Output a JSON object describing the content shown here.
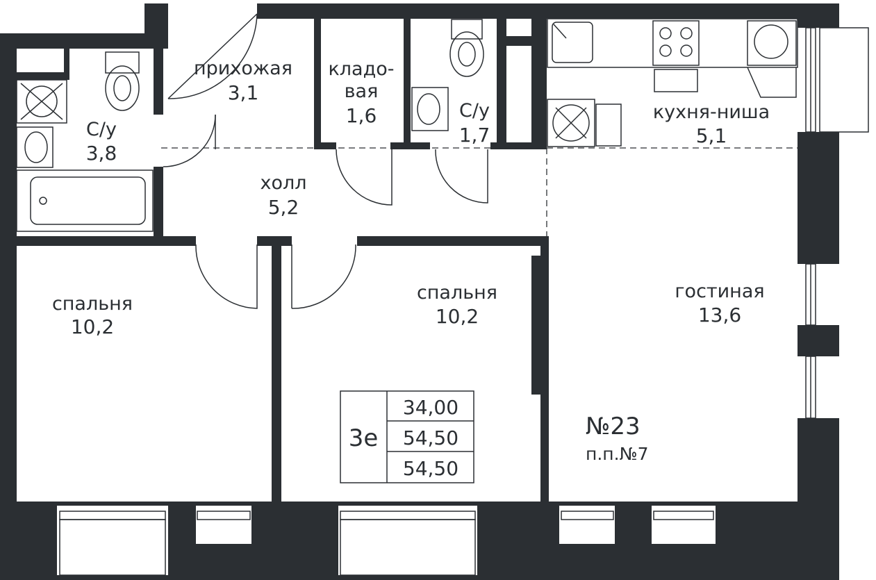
{
  "rooms": [
    {
      "name": "прихожая",
      "area": "3,1"
    },
    {
      "name": "кладо-",
      "name2": "вая",
      "area": "1,6"
    },
    {
      "name": "С/у",
      "area": "3,8"
    },
    {
      "name": "С/у",
      "area": "1,7"
    },
    {
      "name": "кухня-ниша",
      "area": "5,1"
    },
    {
      "name": "холл",
      "area": "5,2"
    },
    {
      "name": "спальня",
      "area": "10,2"
    },
    {
      "name": "спальня",
      "area": "10,2"
    },
    {
      "name": "гостиная",
      "area": "13,6"
    }
  ],
  "apartment": {
    "number": "№23",
    "sub": "п.п.№7",
    "type": "3е",
    "areas": [
      "34,00",
      "54,50",
      "54,50"
    ]
  },
  "colors": {
    "wall": "#2b2f33",
    "background": "#ffffff"
  }
}
